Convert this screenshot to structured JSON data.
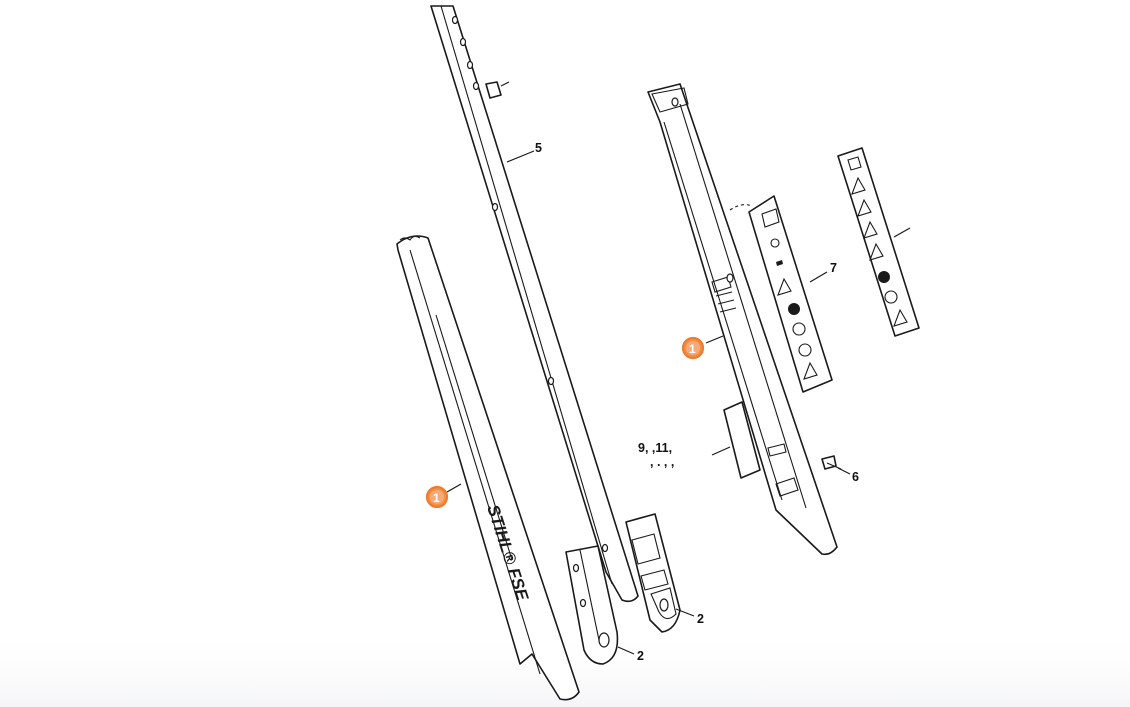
{
  "callout_color": "#f07b2a",
  "labels": {
    "part_5": "5",
    "part_7": "7",
    "part_6": "6",
    "part_2a": "2",
    "part_2b": "2",
    "parts_9_11": "9, ,11,",
    "callout_1a": "1",
    "callout_1b": "1"
  },
  "logo": "STIHL® FSE"
}
